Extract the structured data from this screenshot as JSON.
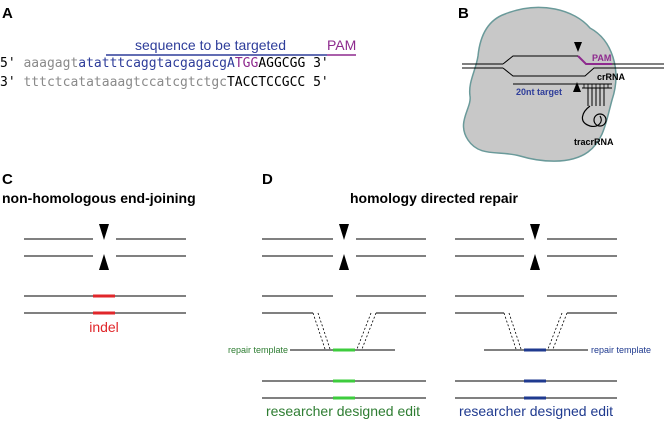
{
  "colors": {
    "blue": "#2e3d9a",
    "purple": "#8e2a8e",
    "gray_text": "#8a8a8a",
    "red": "#e0262a",
    "green": "#2e7d32",
    "green_bright": "#3dcc3d",
    "navy": "#1f3a8f",
    "cell_fill": "#c8c8c8",
    "cell_stroke": "#6a9a9a"
  },
  "panel_a": {
    "letter": "A",
    "target_label": "sequence to be targeted",
    "pam_label": "PAM",
    "top_strand": {
      "prime_left": "5'",
      "gray": "aaagagt",
      "blue": "atatttcaggtacgagacgA",
      "pam": "TGG",
      "black": "AGGCGG",
      "prime_right": "3'"
    },
    "bottom_strand": {
      "prime_left": "3'",
      "gray": "tttctcatataaagtccatcgtctgc",
      "black": "TACCTCCGCC",
      "prime_right": "5'"
    }
  },
  "panel_b": {
    "letter": "B",
    "pam": "PAM",
    "crrna": "crRNA",
    "target": "20nt target",
    "tracrrna": "tracrRNA"
  },
  "panel_c": {
    "letter": "C",
    "title": "non-homologous end-joining",
    "indel": "indel"
  },
  "panel_d": {
    "letter": "D",
    "title": "homology directed repair",
    "left": {
      "template_label": "repair template",
      "edit_label": "researcher designed edit"
    },
    "right": {
      "template_label": "repair template",
      "edit_label": "researcher designed edit"
    }
  }
}
